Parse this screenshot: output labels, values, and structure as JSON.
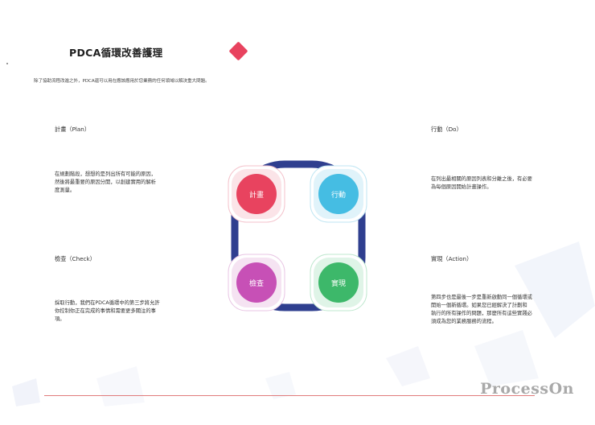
{
  "page": {
    "title": "PDCA循環改善護理",
    "subtitle": "除了協助流程改進之外，PDCA還可以用在應該應用於您業務的任何領域以解決重大問題。",
    "brand": "ProcessOn"
  },
  "sections": {
    "plan": {
      "title": "計畫（Plan）",
      "desc": [
        "在規劃階段，想想的是列出所有可能的原因，",
        "然後將最重要的原因分開，以創建實用的解析",
        "度測量。"
      ]
    },
    "do": {
      "title": "行動（Do）",
      "desc": [
        "在列出最相關的原因列表和分離之後，有必要",
        "為每個原因開始計畫操作。"
      ]
    },
    "check": {
      "title": "檢查（Check）",
      "desc": [
        "採取行動，我們在PDCA循環中的第三步將允許",
        "你控制你正在完成的事情和需要更多關注的事",
        "項。"
      ]
    },
    "action": {
      "title": "實現（Action）",
      "desc": [
        "第四步也是最後一步是重新啟動同一個循環或",
        "開始一個新循環。如果您已經解決了計劃和",
        "執行的所有操作的問題，那麼所有這些實踐必",
        "須成為您的業務服務的流程。"
      ]
    }
  },
  "nodes": {
    "plan": {
      "label": "計畫",
      "color": "#e8435f"
    },
    "do": {
      "label": "行動",
      "color": "#45bde3"
    },
    "check": {
      "label": "檢查",
      "color": "#c750b6"
    },
    "action": {
      "label": "實現",
      "color": "#3db86a"
    }
  },
  "colors": {
    "ring": "#2f3f8f",
    "footer_line": "#e07b7b"
  }
}
